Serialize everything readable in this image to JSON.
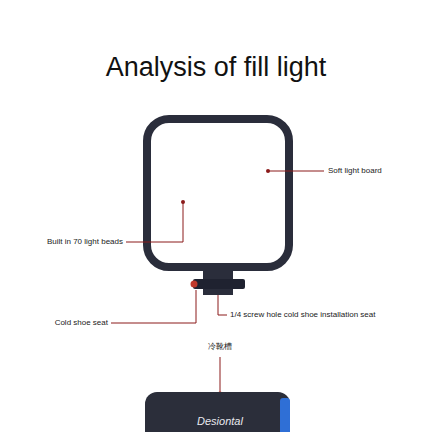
{
  "diagram": {
    "title": "Analysis of fill light",
    "labels": [
      "Soft light board",
      "Built in 70 light beads",
      "Cold shoe seat",
      "1/4 screw hole cold shoe installation seat",
      "冷靴槽",
      "Desiontal"
    ]
  }
}
